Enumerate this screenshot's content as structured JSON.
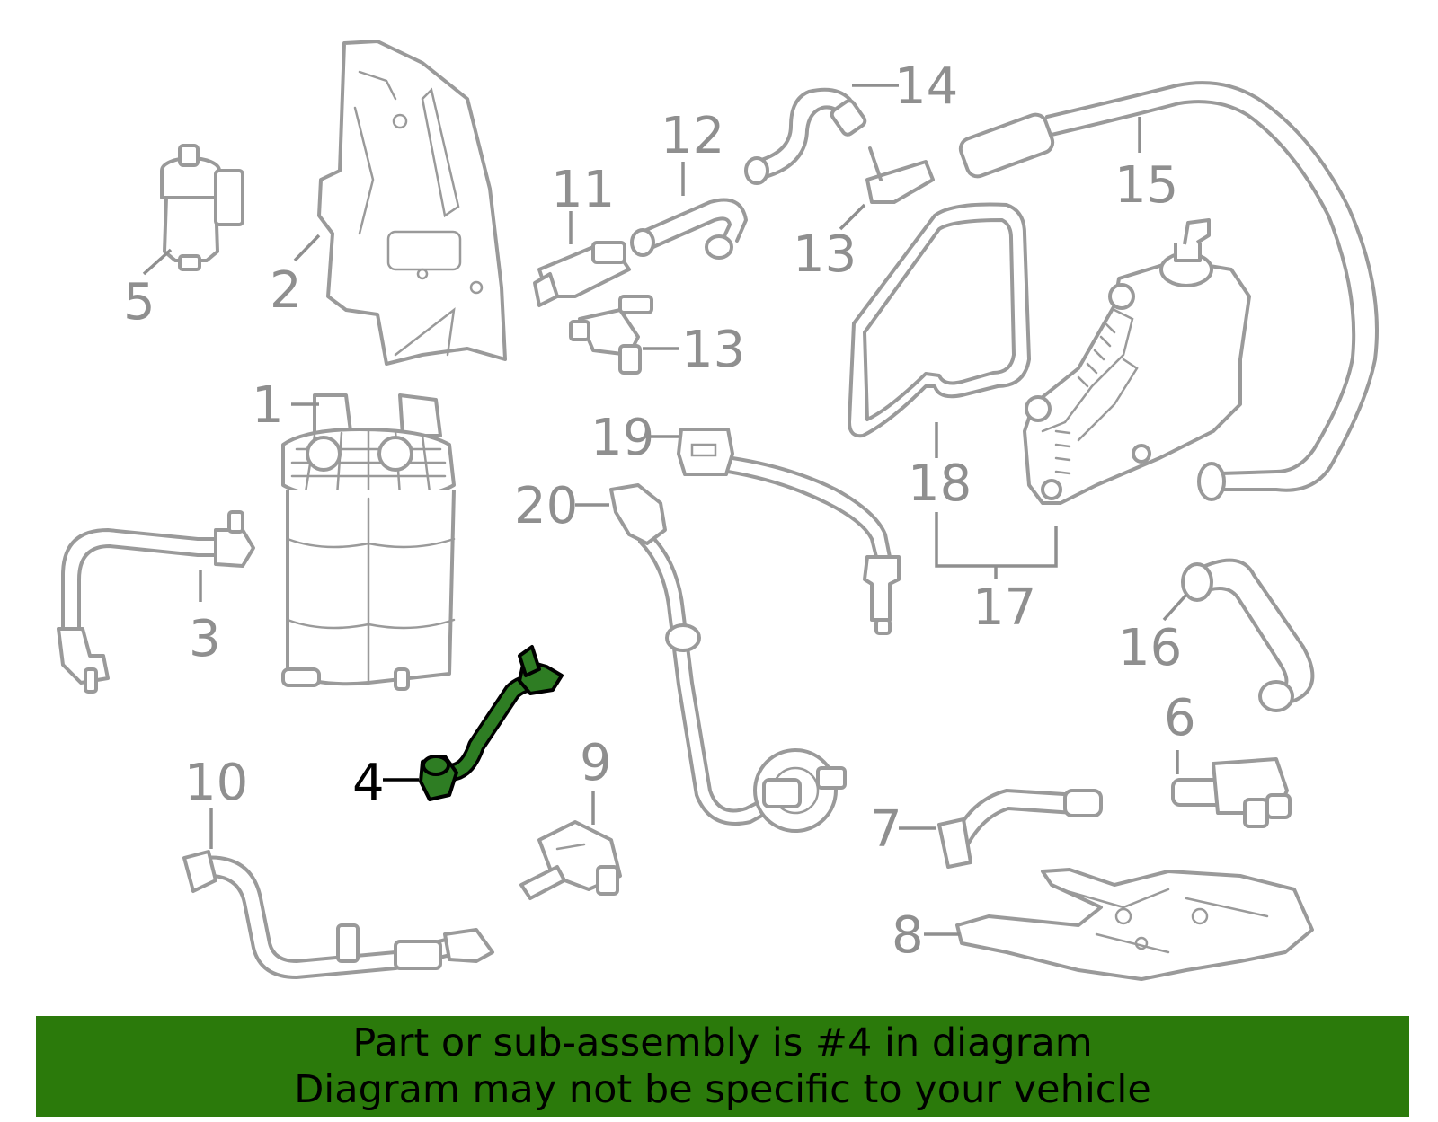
{
  "colors": {
    "part_gray": "#9a9a9a",
    "highlight": "#2e7d23",
    "banner_bg": "#2b7a0b"
  },
  "diagram": {
    "highlighted_part": "4",
    "callouts": [
      {
        "id": "1",
        "label": "1"
      },
      {
        "id": "2",
        "label": "2"
      },
      {
        "id": "3",
        "label": "3"
      },
      {
        "id": "4",
        "label": "4"
      },
      {
        "id": "5",
        "label": "5"
      },
      {
        "id": "6",
        "label": "6"
      },
      {
        "id": "7",
        "label": "7"
      },
      {
        "id": "8",
        "label": "8"
      },
      {
        "id": "9",
        "label": "9"
      },
      {
        "id": "10",
        "label": "10"
      },
      {
        "id": "11",
        "label": "11"
      },
      {
        "id": "12",
        "label": "12"
      },
      {
        "id": "13a",
        "label": "13"
      },
      {
        "id": "13b",
        "label": "13"
      },
      {
        "id": "14",
        "label": "14"
      },
      {
        "id": "15",
        "label": "15"
      },
      {
        "id": "16",
        "label": "16"
      },
      {
        "id": "17",
        "label": "17"
      },
      {
        "id": "18",
        "label": "18"
      },
      {
        "id": "19",
        "label": "19"
      },
      {
        "id": "20",
        "label": "20"
      }
    ]
  },
  "banner": {
    "line1": "Part or sub-assembly is #4 in diagram",
    "line2": "Diagram may not be specific to your vehicle"
  }
}
